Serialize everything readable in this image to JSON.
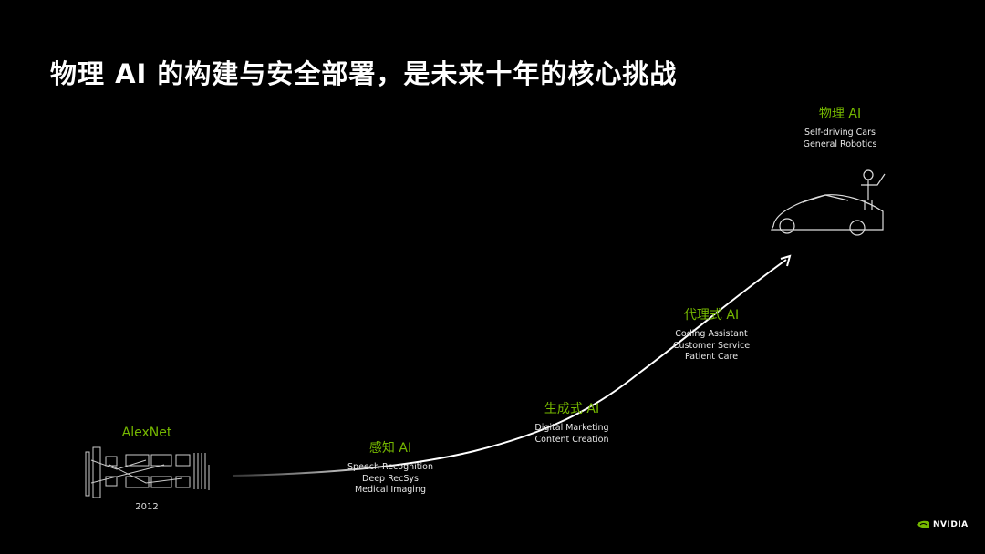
{
  "title": "物理 AI 的构建与安全部署，是未来十年的核心挑战",
  "stages": [
    {
      "name": "AlexNet",
      "items": [],
      "year": "2012"
    },
    {
      "name": "感知 AI",
      "items": [
        "Speech Recognition",
        "Deep RecSys",
        "Medical Imaging"
      ]
    },
    {
      "name": "生成式 AI",
      "items": [
        "Digital Marketing",
        "Content Creation"
      ]
    },
    {
      "name": "代理式 AI",
      "items": [
        "Coding Assistant",
        "Customer Service",
        "Patient Care"
      ]
    },
    {
      "name": "物理 AI",
      "items": [
        "Self-driving Cars",
        "General Robotics"
      ]
    }
  ],
  "logo": "NVIDIA",
  "colors": {
    "accent": "#76b900",
    "background": "#000000"
  }
}
